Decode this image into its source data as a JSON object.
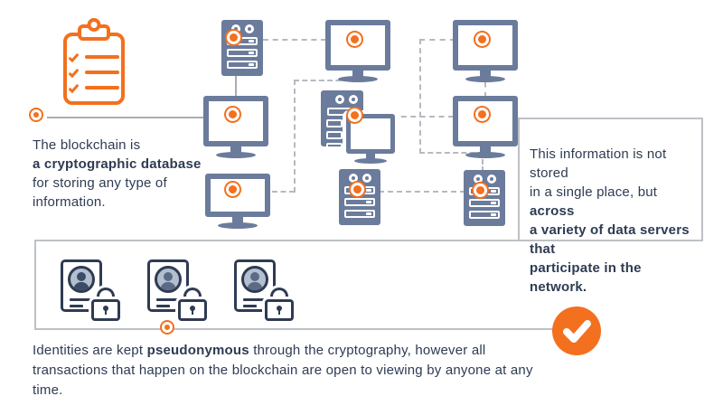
{
  "palette": {
    "orange": "#f3701e",
    "slate": "#6b7b9b",
    "navy": "#2e3b52",
    "line": "#a8adb4",
    "dash": "#b5b9c0",
    "border": "#bdc1c6"
  },
  "left_note": {
    "line1": "The blockchain is",
    "line2_bold": "a cryptographic database",
    "line3": "for storing any type of",
    "line4": "information."
  },
  "right_note": {
    "line1": "This information is not stored",
    "line2_normal": "in a single place, but ",
    "line2_bold": "across",
    "line3_bold": "a variety of data servers that",
    "line4_bold": "participate in the network."
  },
  "bottom_note": {
    "line1_pre": "Identities are kept ",
    "line1_bold": "pseudonymous",
    "line1_post": " through the cryptography, however all",
    "line2": "transactions that happen on the blockchain are open to viewing by anyone at any time."
  },
  "icons": [
    {
      "name": "checklist-clipboard-icon",
      "meaning": "blockchain database checklist"
    },
    {
      "name": "server-icon",
      "meaning": "data server node"
    },
    {
      "name": "tower-server-icon",
      "meaning": "data server with monitor"
    },
    {
      "name": "monitor-icon",
      "meaning": "network computer node"
    },
    {
      "name": "id-card-lock-icon",
      "meaning": "pseudonymous locked identity"
    },
    {
      "name": "checkmark-icon",
      "meaning": "open to viewing confirmation"
    },
    {
      "name": "network-node-dot",
      "meaning": "connection point marker"
    }
  ],
  "network": {
    "nodes": [
      {
        "id": "top-left-server",
        "type": "server"
      },
      {
        "id": "top-center-monitor",
        "type": "monitor"
      },
      {
        "id": "top-right-monitor",
        "type": "monitor"
      },
      {
        "id": "mid-left-monitor",
        "type": "monitor"
      },
      {
        "id": "center-tower-server",
        "type": "tower-server-with-monitor"
      },
      {
        "id": "mid-right-monitor",
        "type": "monitor"
      },
      {
        "id": "bottom-left-monitor",
        "type": "monitor"
      },
      {
        "id": "bottom-center-server",
        "type": "server"
      },
      {
        "id": "bottom-right-server",
        "type": "server"
      }
    ],
    "links": [
      [
        "left-entry-dot",
        "mid-left-monitor"
      ],
      [
        "top-left-server",
        "top-center-monitor"
      ],
      [
        "top-left-server",
        "mid-left-monitor"
      ],
      [
        "top-center-monitor",
        "bottom-left-monitor"
      ],
      [
        "top-right-monitor",
        "mid-right-monitor"
      ],
      [
        "top-right-monitor",
        "bottom-right-server"
      ],
      [
        "center-tower-server",
        "mid-right-monitor"
      ],
      [
        "bottom-center-server",
        "bottom-right-server"
      ]
    ]
  }
}
